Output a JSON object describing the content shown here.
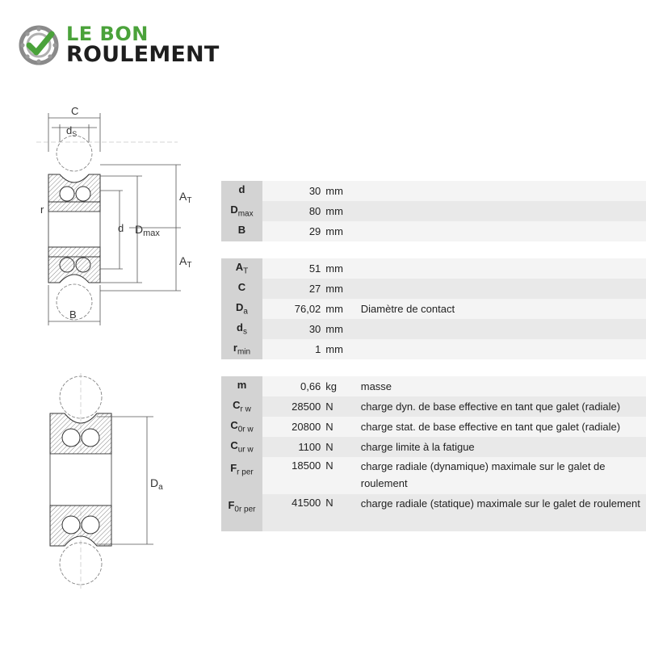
{
  "brand": {
    "line1": "LE BON",
    "line2": "ROULEMENT",
    "accent": "#4aa23a"
  },
  "drawing_top_labels": {
    "c": "C",
    "ds": "d",
    "ds_sub": "S",
    "at_top": "A",
    "at_top_sub": "T",
    "r": "r",
    "d": "d",
    "dmax": "D",
    "dmax_sub": "max",
    "at_bottom": "A",
    "at_bottom_sub": "T",
    "b": "B"
  },
  "drawing_bottom_labels": {
    "da": "D",
    "da_sub": "a"
  },
  "specs": [
    {
      "sym": "d",
      "sub": "",
      "value": "30",
      "unit": "mm",
      "desc": ""
    },
    {
      "sym": "D",
      "sub": "max",
      "value": "80",
      "unit": "mm",
      "desc": ""
    },
    {
      "sym": "B",
      "sub": "",
      "value": "29",
      "unit": "mm",
      "desc": ""
    },
    {
      "sym": "A",
      "sub": "T",
      "value": "51",
      "unit": "mm",
      "desc": ""
    },
    {
      "sym": "C",
      "sub": "",
      "value": "27",
      "unit": "mm",
      "desc": ""
    },
    {
      "sym": "D",
      "sub": "a",
      "value": "76,02",
      "unit": "mm",
      "desc": "Diamètre de contact"
    },
    {
      "sym": "d",
      "sub": "s",
      "value": "30",
      "unit": "mm",
      "desc": ""
    },
    {
      "sym": "r",
      "sub": "min",
      "value": "1",
      "unit": "mm",
      "desc": ""
    },
    {
      "sym": "m",
      "sub": "",
      "value": "0,66",
      "unit": "kg",
      "desc": "masse"
    },
    {
      "sym": "C",
      "sub": "r w",
      "value": "28500",
      "unit": "N",
      "desc": "charge dyn. de base effective en tant que galet (radiale)"
    },
    {
      "sym": "C",
      "sub": "0r w",
      "value": "20800",
      "unit": "N",
      "desc": "charge stat. de base effective en tant que galet (radiale)"
    },
    {
      "sym": "C",
      "sub": "ur w",
      "value": "1100",
      "unit": "N",
      "desc": "charge limite à la fatigue"
    },
    {
      "sym": "F",
      "sub": "r per",
      "value": "18500",
      "unit": "N",
      "desc": "charge radiale (dynamique) maximale sur le galet de roulement"
    },
    {
      "sym": "F",
      "sub": "0r per",
      "value": "41500",
      "unit": "N",
      "desc": "charge radiale (statique) maximale sur le galet de roulement"
    }
  ]
}
